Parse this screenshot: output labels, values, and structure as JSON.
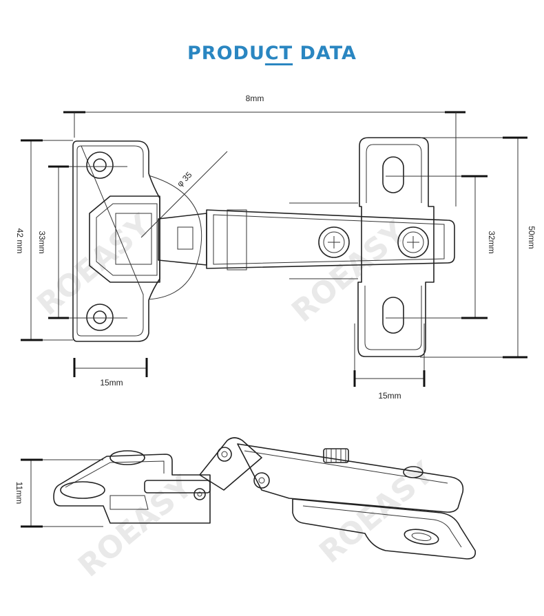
{
  "header": {
    "title_part1": "PRODU",
    "title_part2": "CT",
    "title_part3": " DATA",
    "title_color": "#2a86c1"
  },
  "watermark": "ROEASY",
  "dimensions": {
    "overall_width": "8mm",
    "cup_diameter": "φ 35",
    "left_height": "42 mm",
    "left_hole_spacing": "33mm",
    "left_bottom_width": "15mm",
    "right_height": "50mm",
    "right_hole_spacing": "32mm",
    "right_bottom_width": "15mm",
    "side_depth": "11mm"
  },
  "colors": {
    "line": "#222222",
    "watermark": "#e9e9e9"
  }
}
